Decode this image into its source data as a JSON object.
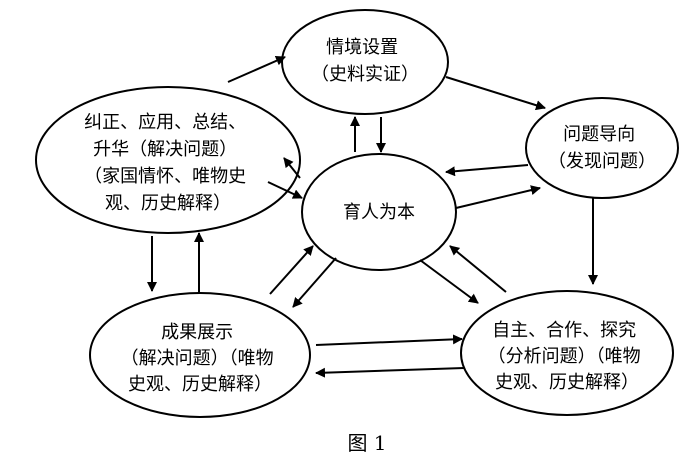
{
  "nodes": {
    "situation": [
      "情境设置",
      "（史料实证）"
    ],
    "problem": [
      "问题导向",
      "（发现问题）"
    ],
    "center": [
      "育人为本"
    ],
    "correct": [
      "纠正、应用、总结、",
      "升华（解决问题）",
      "（家国情怀、唯物史",
      "观、历史解释）"
    ],
    "showcase": [
      "成果展示",
      "（解决问题）（唯物",
      "史观、历史解释）"
    ],
    "explore": [
      "自主、合作、探究",
      "（分析问题）（唯物",
      "史观、历史解释）"
    ]
  },
  "caption": "图 1"
}
